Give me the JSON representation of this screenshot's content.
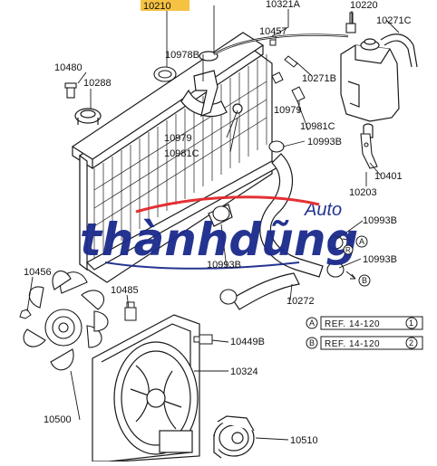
{
  "diagram": {
    "highlighted_part": "10210",
    "highlight_color": "#f5c242",
    "line_color": "#1a1a1a",
    "part_labels": {
      "p10210": "10210",
      "p10321a": "10321A",
      "p10220": "10220",
      "p10457": "10457",
      "p10271c": "10271C",
      "p10978b": "10978B",
      "p10480": "10480",
      "p10288": "10288",
      "p10271b": "10271B",
      "p10979a": "10979",
      "p10981ca": "10981C",
      "p10979b": "10979",
      "p10981cb": "10981C",
      "p10993ba": "10993B",
      "p10401": "10401",
      "p10203": "10203",
      "p10993bb": "10993B",
      "p10993bc": "10993B",
      "p10993bd": "10993B",
      "p10456": "10456",
      "p10485": "10485",
      "p10272": "10272",
      "p10449b": "10449B",
      "p10324": "10324",
      "p10500": "10500",
      "p10510": "10510"
    },
    "connector_marks": {
      "a": "A",
      "b": "B",
      "r": "R"
    },
    "references": [
      {
        "letter": "A",
        "text": "REF. 14-120",
        "num": "1"
      },
      {
        "letter": "B",
        "text": "REF. 14-120",
        "num": "2"
      }
    ]
  },
  "watermark": {
    "brand": "thànhdũng",
    "tag": "Auto",
    "color_main": "#1a2a8c",
    "color_accent": "#e3262b"
  }
}
